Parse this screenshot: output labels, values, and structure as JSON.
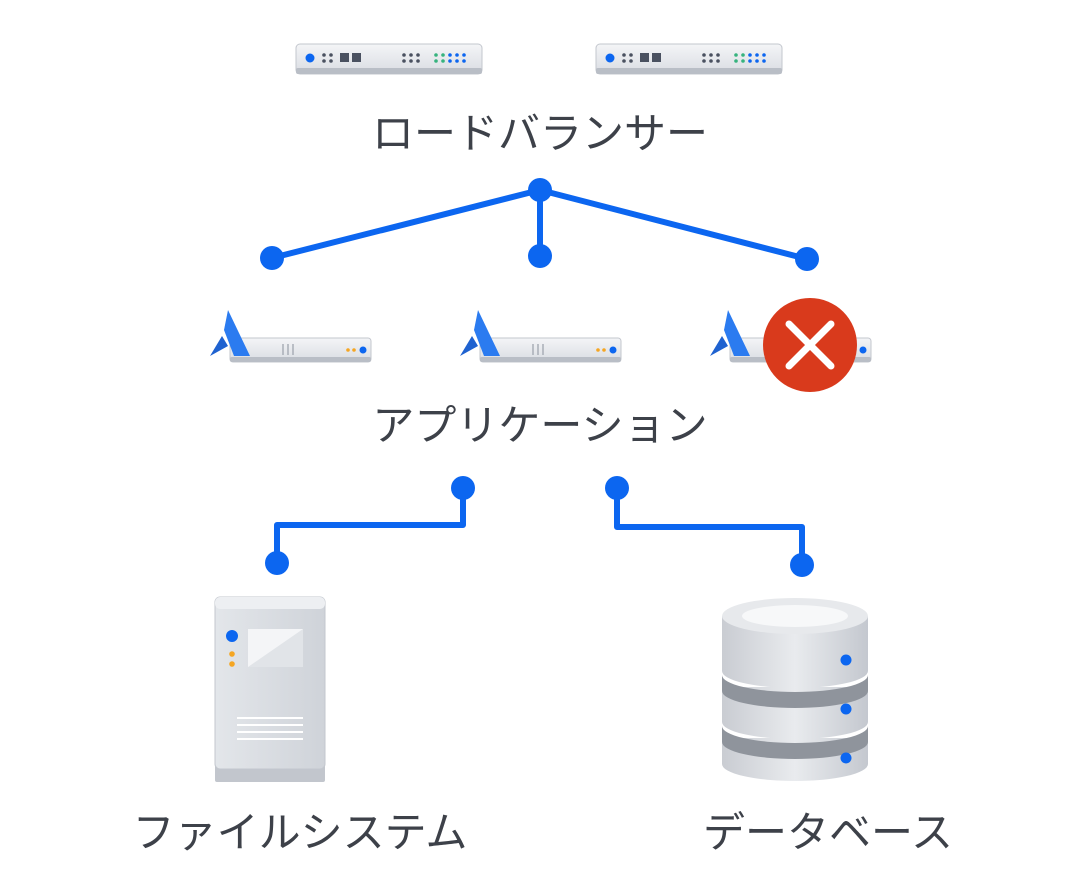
{
  "tiers": {
    "load_balancer": {
      "label": "ロードバランサー"
    },
    "application": {
      "label": "アプリケーション"
    },
    "file_system": {
      "label": "ファイルシステム"
    },
    "database": {
      "label": "データベース"
    }
  },
  "nodes": {
    "load_balancers": [
      {
        "icon": "load-balancer-server-icon"
      },
      {
        "icon": "load-balancer-server-icon"
      }
    ],
    "app_nodes": [
      {
        "icon": "application-node-icon",
        "status": "ok"
      },
      {
        "icon": "application-node-icon",
        "status": "ok"
      },
      {
        "icon": "application-node-icon",
        "status": "failed"
      }
    ]
  },
  "colors": {
    "connector": "#0c66f0",
    "failure": "#d93a1c",
    "label": "#3d4149",
    "server_body": "#e6e8ec"
  }
}
